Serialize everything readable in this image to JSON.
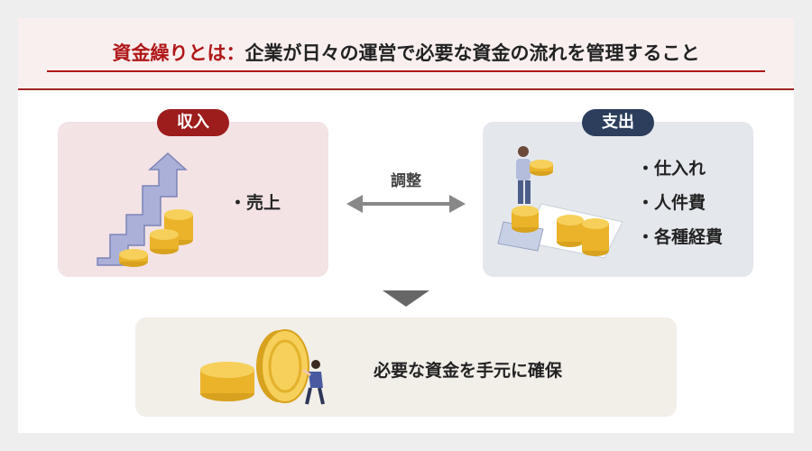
{
  "header": {
    "highlight": "資金繰りとは：",
    "text": "企業が日々の運営で必要な資金の流れを管理すること"
  },
  "income": {
    "badge": "収入",
    "items": [
      "・売上"
    ]
  },
  "expense": {
    "badge": "支出",
    "items": [
      "・仕入れ",
      "・人件費",
      "・各種経費"
    ]
  },
  "adjust_label": "調整",
  "result": {
    "text": "必要な資金を手元に確保"
  },
  "colors": {
    "income_accent": "#9d1c1c",
    "expense_accent": "#2c3e5c",
    "coin": "#f2c12e"
  },
  "icons": [
    "bar-graph-coins-icon",
    "person-coins-calculator-icon",
    "person-pushing-coin-icon",
    "double-arrow-icon",
    "down-triangle-icon"
  ]
}
